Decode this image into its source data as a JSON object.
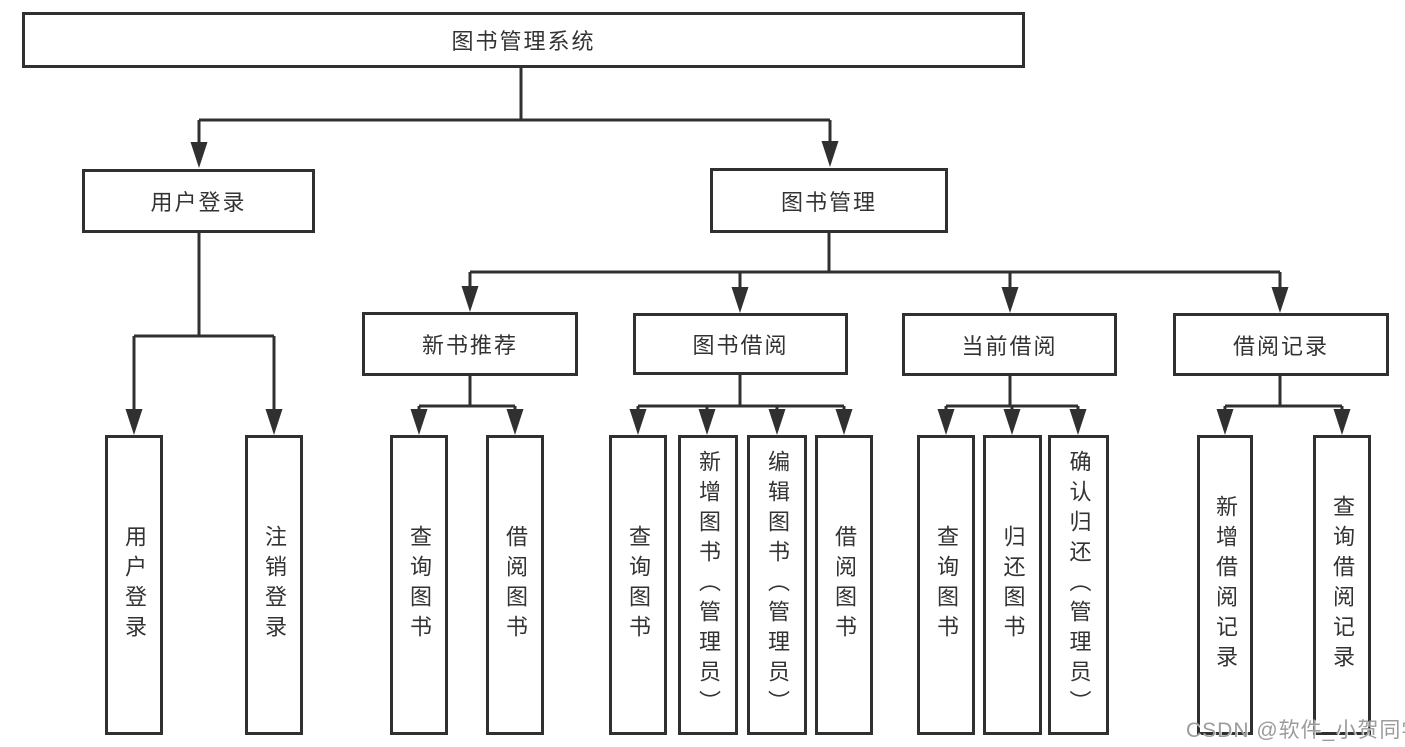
{
  "diagram_type": "functional-structure-org-chart",
  "colors": {
    "line": "#303030",
    "box_border": "#303030",
    "text": "#333333",
    "background": "#ffffff",
    "watermark": "#9c9c9c"
  },
  "tree": {
    "root": {
      "label": "图书管理系统"
    },
    "branches": [
      {
        "label": "用户登录",
        "children": [
          {
            "label": "用户登录"
          },
          {
            "label": "注销登录"
          }
        ]
      },
      {
        "label": "图书管理",
        "children": [
          {
            "label": "新书推荐",
            "children": [
              {
                "label": "查询图书"
              },
              {
                "label": "借阅图书"
              }
            ]
          },
          {
            "label": "图书借阅",
            "children": [
              {
                "label": "查询图书"
              },
              {
                "label": "新增图书（管理员）"
              },
              {
                "label": "编辑图书（管理员）"
              },
              {
                "label": "借阅图书"
              }
            ]
          },
          {
            "label": "当前借阅",
            "children": [
              {
                "label": "查询图书"
              },
              {
                "label": "归还图书"
              },
              {
                "label": "确认归还（管理员）"
              }
            ]
          },
          {
            "label": "借阅记录",
            "children": [
              {
                "label": "新增借阅记录"
              },
              {
                "label": "查询借阅记录"
              }
            ]
          }
        ]
      }
    ]
  },
  "watermark": {
    "text": "CSDN @软件_小贺同学"
  }
}
